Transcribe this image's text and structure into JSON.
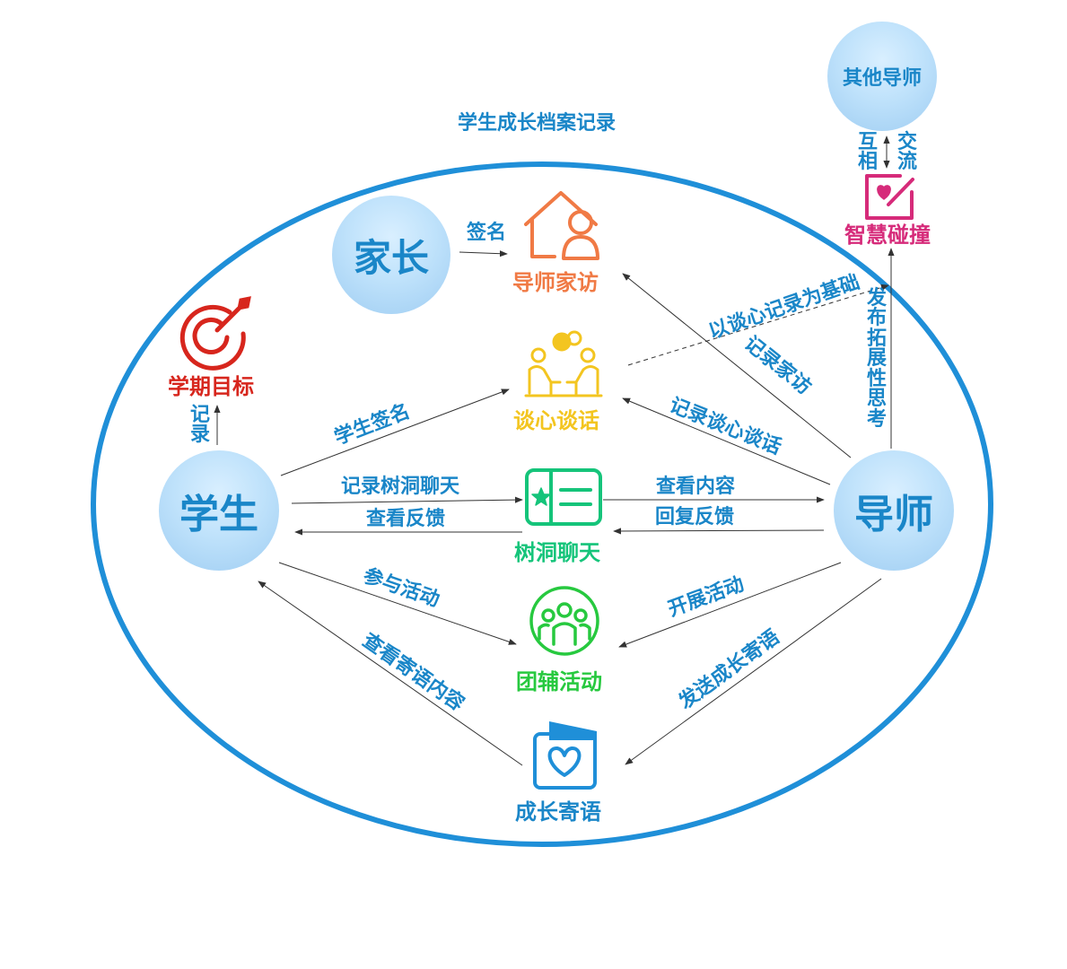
{
  "title": "学生成长档案记录",
  "actors": {
    "parent": "家长",
    "student": "学生",
    "mentor": "导师",
    "other_mentors": "其他导师"
  },
  "modules": {
    "home_visit": "导师家访",
    "heart_talk": "谈心谈话",
    "tree_hole": "树洞聊天",
    "group_activity": "团辅活动",
    "growth_message": "成长寄语",
    "term_goal": "学期目标",
    "wisdom_collision": "智慧碰撞"
  },
  "edges": {
    "sign_name": "签名",
    "record_upward": "记录",
    "student_sign": "学生签名",
    "record_tree_hole": "记录树洞聊天",
    "view_feedback": "查看反馈",
    "join_activity": "参与活动",
    "view_message": "查看寄语内容",
    "view_content": "查看内容",
    "reply_feedback": "回复反馈",
    "based_on_talk": "以谈心记录为基础",
    "record_visit": "记录家访",
    "record_talk": "记录谈心谈话",
    "hold_activity": "开展活动",
    "send_message": "发送成长寄语",
    "publish_thinking": "发布拓展性思考",
    "mutual": "互相",
    "exchange": "交流"
  },
  "colors": {
    "ellipse": "#1f8fd8",
    "text_blue": "#1a86c8",
    "home_visit": "#f07a45",
    "heart_talk": "#f3c520",
    "tree_hole": "#15c47a",
    "group_activity": "#27c93f",
    "growth_message": "#1f8fd8",
    "term_goal": "#d7261d",
    "wisdom_collision": "#d62b7a"
  }
}
